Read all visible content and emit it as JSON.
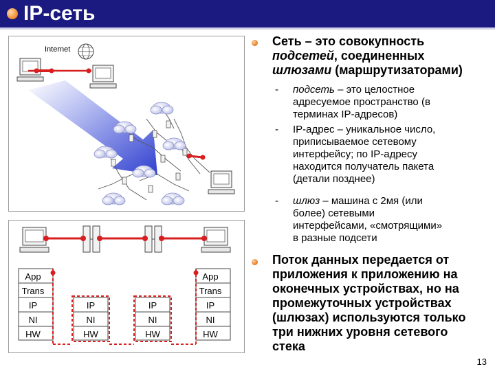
{
  "slide": {
    "title": "IP-сеть",
    "page_number": "13"
  },
  "diagram_top": {
    "internet_label": "Internet"
  },
  "diagram_bottom": {
    "left_host_stack": [
      "App",
      "Trans",
      "IP",
      "NI",
      "HW"
    ],
    "right_host_stack": [
      "App",
      "Trans",
      "IP",
      "NI",
      "HW"
    ],
    "router1_stack": [
      "IP",
      "NI",
      "HW"
    ],
    "router2_stack": [
      "IP",
      "NI",
      "HW"
    ],
    "colors": {
      "link": "#d81e1e",
      "arrow": "#4a5ad8"
    }
  },
  "content": {
    "bullet1": {
      "line1": "Сеть – это совокупность",
      "line2_italic": "подсетей",
      "line2_rest": ", соединенных",
      "line3_italic": "шлюзами",
      "line3_rest": " (маршрутизаторами)"
    },
    "sub1": {
      "term": "подсеть",
      "line1_rest": " – это целостное",
      "line2": "адресуемое пространство (в",
      "line3": "терминах IP-адресов)"
    },
    "sub2": {
      "line1": "IP-адрес – уникальное число,",
      "line2": "приписываемое сетевому",
      "line3": "интерфейсу; по IP-адресу",
      "line4": "находится получатель пакета",
      "line5": "(детали позднее)"
    },
    "sub3": {
      "term": "шлюз",
      "line1_rest": " – машина с 2мя (или",
      "line2": "более) сетевыми",
      "line3": "интерфейсами, «смотрящими»",
      "line4": "в разные подсети"
    },
    "bullet2": {
      "line1": "Поток данных передается от",
      "line2": "приложения к приложению на",
      "line3": "оконечных устройствах, но на",
      "line4": "промежуточных устройствах",
      "line5": "(шлюзах) используются только",
      "line6": "три нижних уровня сетевого",
      "line7": "стека"
    }
  }
}
